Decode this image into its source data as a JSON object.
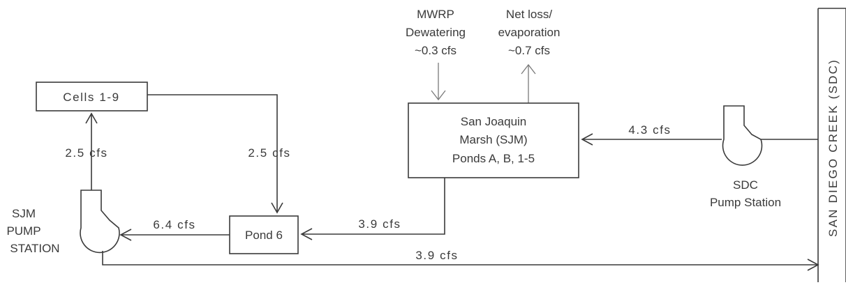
{
  "inputs": {
    "mwrp": [
      "MWRP",
      "Dewatering",
      "~0.3 cfs"
    ],
    "net_loss": [
      "Net loss/",
      "evaporation",
      "~0.7 cfs"
    ]
  },
  "nodes": {
    "cells": "Cells 1-9",
    "sjm": [
      "San Joaquin",
      "Marsh (SJM)",
      "Ponds A, B, 1-5"
    ],
    "pond6": "Pond 6",
    "sjm_pump": [
      "SJM",
      "PUMP",
      "STATION"
    ],
    "sdc_pump": [
      "SDC",
      "Pump Station"
    ],
    "creek": "SAN DIEGO CREEK (SDC)"
  },
  "flows": {
    "pump_to_cells": "2.5 cfs",
    "cells_to_pond6": "2.5 cfs",
    "sdc_to_sjm": "4.3 cfs",
    "pond6_to_pump": "6.4 cfs",
    "sjm_to_pond6": "3.9 cfs",
    "pump_to_creek": "3.9 cfs"
  }
}
